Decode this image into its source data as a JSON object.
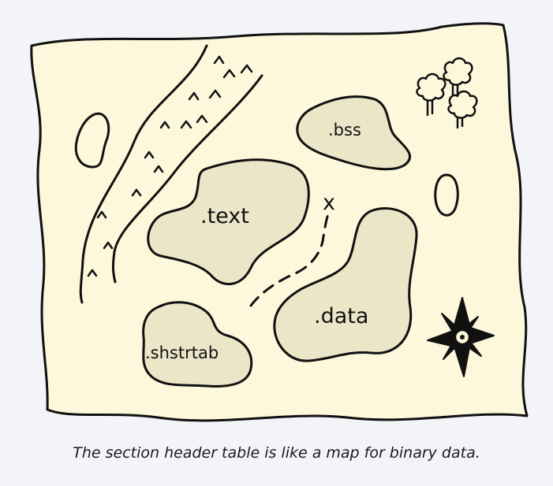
{
  "map": {
    "labels": {
      "text": ".text",
      "bss": ".bss",
      "data": ".data",
      "shstrtab": ".shstrtab"
    },
    "marker": "x"
  },
  "caption": "The section header table is like a map for binary data.",
  "colors": {
    "parchment": "#fdf8dc",
    "island": "#ece6c8",
    "ink": "#111111",
    "background": "#f2f4f8"
  }
}
